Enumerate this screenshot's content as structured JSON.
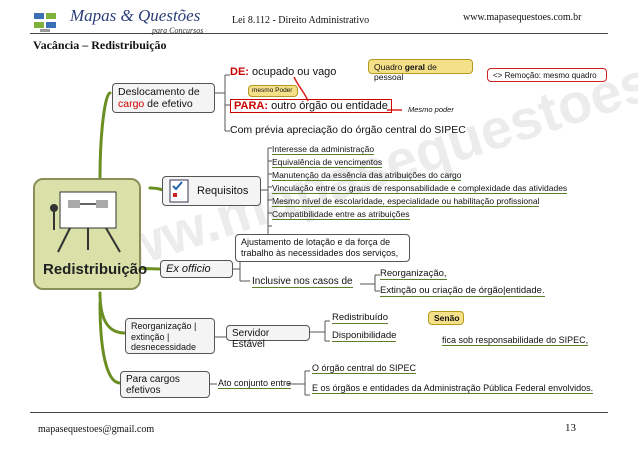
{
  "header": {
    "brand": "Mapas & Questões",
    "brand_sub": "para Concursos",
    "center": "Lei 8.112 - Direito Administrativo",
    "site": "www.mapasequestoes.com.br"
  },
  "page_title": "Vacância – Redistribuição",
  "map": {
    "central": "Redistribuição",
    "watermark": "www.mapasequestoes.com.br/",
    "deslocamento": {
      "label_line1": "Deslocamento de",
      "label_word": "cargo",
      "label_rest": " de efetivo",
      "de_prefix": "DE:",
      "de_text": " ocupado ou vago",
      "quadro_pre": "Quadro ",
      "quadro_bold": "geral",
      "quadro_post": " de pessoal",
      "remocao": "<> Remoção: mesmo quadro",
      "mesmo_poder_box": "mesmo Poder",
      "para_prefix": "PARA:",
      "para_text": " outro órgão ou entidade",
      "mesmo_poder": "Mesmo poder",
      "previa": "Com prévia apreciação do órgão central do SIPEC"
    },
    "requisitos": {
      "label": "Requisitos",
      "items": [
        "Interesse da administração",
        "Equivalência de vencimentos",
        "Manutenção da essência das atribuições do cargo",
        "Vinculação entre os graus de responsabilidade e complexidade das atividades",
        "Mesmo nível de escolaridade, especialidade ou habilitação profissional",
        "Compatibilidade entre as atribuições"
      ]
    },
    "exofficio": {
      "label": "Ex officio",
      "ajuste": "Ajustamento de lotação e da força de trabalho às necessidades dos serviços,",
      "inclusive": "Inclusive nos casos de",
      "reorg": "Reorganização,",
      "extincao": "Extinção ou criação de órgão|entidade."
    },
    "reorg_branch": {
      "label": "Reorganização | extinção | desnecessidade",
      "servidor": "Servidor Estável",
      "redistribuido": "Redistribuído",
      "disponibilidade": "Disponibilidade",
      "senao": "Senão",
      "sipec": "fica sob responsabilidade do SIPEC,"
    },
    "cargos": {
      "label": "Para cargos efetivos",
      "ato": "Ato conjunto entre",
      "orgao": "O órgão central do SIPEC",
      "eos": "E os órgãos e entidades da Administração Pública Federal envolvidos."
    }
  },
  "footer": {
    "email": "mapasequestoes@gmail.com",
    "page": "13"
  }
}
